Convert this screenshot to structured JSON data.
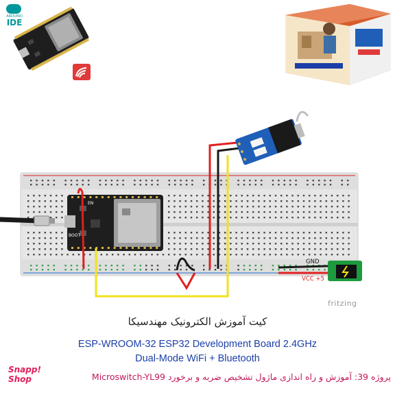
{
  "logos": {
    "arduino_small": "ARDUINO",
    "arduino_ide": "IDE",
    "shop_line1": "Snapp!",
    "shop_line2": "Shop"
  },
  "diagram": {
    "gnd_label": "GND",
    "vcc_label": "VCC +5",
    "en_label": "EN",
    "boot_label": "BOOT",
    "fritzing_mark": "fritzing"
  },
  "captions": {
    "title_fa": "کیت آموزش الکترونیک مهندسیکا",
    "title_en": "ESP-WROOM-32 ESP32  Development Board 2.4GHz",
    "subtitle_en": "Dual-Mode WiFi + Bluetooth",
    "project_fa": "پروژه 39: آموزش و راه اندازی ماژول تشخیص ضربه و برخورد Microswitch-YL99"
  },
  "colors": {
    "caption_blue": "#1b3fa8",
    "project_pink": "#c2185b",
    "wire_red": "#e02020",
    "wire_black": "#1a1a1a",
    "wire_yellow": "#f2e21a",
    "board_dark": "#1e1e1e",
    "module_blue": "#1f5fb8",
    "breadboard": "#e6e6e6",
    "rail_green": "#3aa04a",
    "arduino_teal": "#00979c",
    "shop_pink": "#e01e5a"
  }
}
